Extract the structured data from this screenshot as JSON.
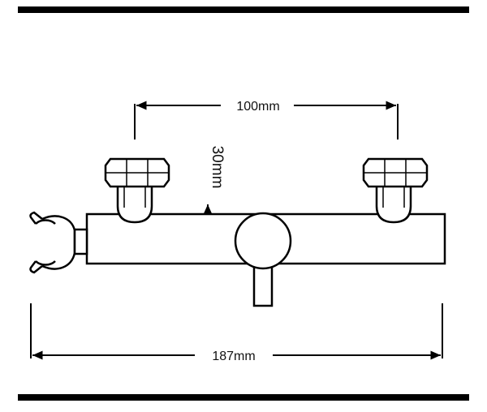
{
  "dimensions": {
    "spacing_label": "100mm",
    "height_label": "30mm",
    "length_label": "187mm"
  },
  "colors": {
    "line": "#000000",
    "background": "#ffffff"
  }
}
